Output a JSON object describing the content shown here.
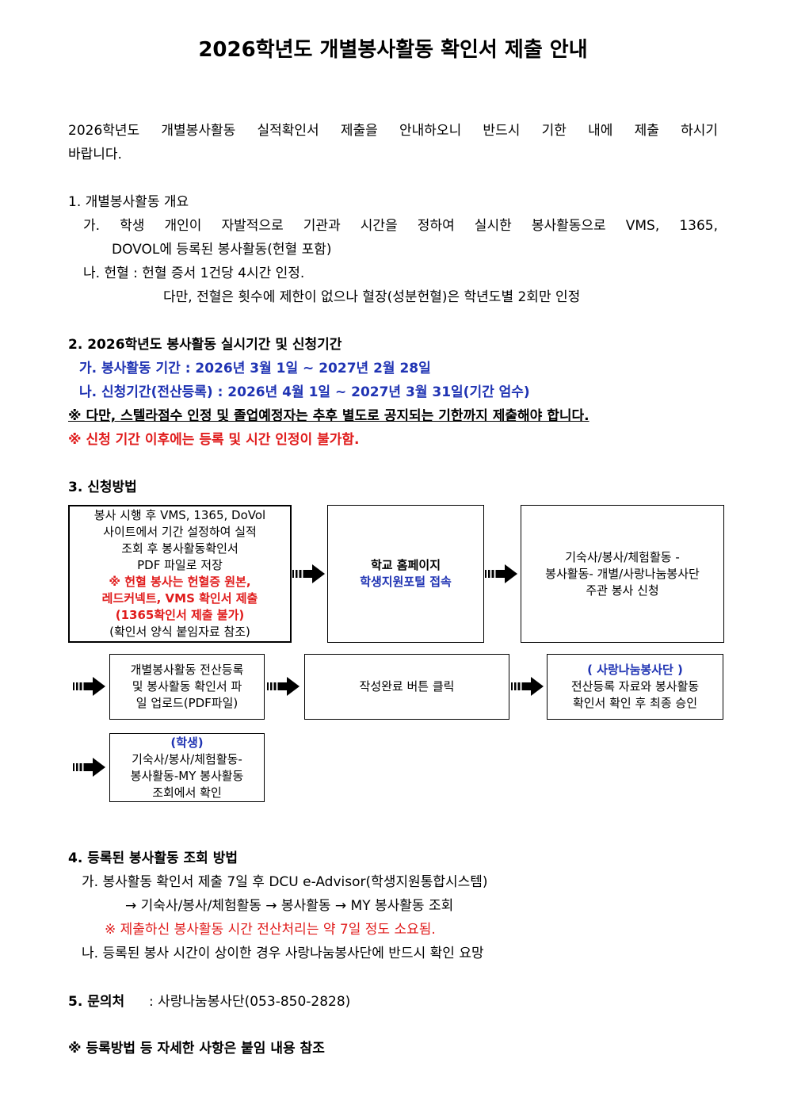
{
  "title": "2026학년도 개별봉사활동 확인서 제출 안내",
  "intro": {
    "line1": "2026학년도 개별봉사활동 실적확인서 제출을 안내하오니 반드시 기한 내에 제출 하시기",
    "line2": "바랍니다."
  },
  "section1": {
    "heading": "1. 개별봉사활동 개요",
    "ga_line1": "가. 학생 개인이 자발적으로 기관과 시간을 정하여 실시한 봉사활동으로 VMS, 1365,",
    "ga_line2": "DOVOL에 등록된 봉사활동(헌혈 포함)",
    "na_line1": "나. 헌혈 : 헌혈 증서 1건당 4시간 인정.",
    "na_line2": "다만, 전혈은 횟수에 제한이 없으나 혈장(성분헌혈)은 학년도별 2회만 인정"
  },
  "section2": {
    "heading": "2. 2026학년도 봉사활동 실시기간 및 신청기간",
    "ga": "가. 봉사활동 기간 : 2026년 3월 1일 ~ 2027년 2월 28일",
    "na": "나. 신청기간(전산등록) : 2026년 4월 1일 ~ 2027년 3월 31일(기간 엄수)",
    "note1": "※ 다만, 스텔라점수 인정 및 졸업예정자는 추후 별도로 공지되는 기한까지 제출해야 합니다.",
    "note2": "※ 신청 기간 이후에는 등록 및 시간 인정이 불가함."
  },
  "section3": {
    "heading": "3. 신청방법",
    "step1": {
      "l1": "봉사 시행 후 VMS, 1365, DoVol",
      "l2": "사이트에서 기간 설정하여 실적",
      "l3": "조회 후 봉사활동확인서",
      "l4": "PDF 파일로 저장",
      "r1": "※ 헌혈 봉사는 헌혈증 원본,",
      "r2": "레드커넥트, VMS 확인서 제출",
      "r3": "(1365확인서 제출 불가)",
      "l5": "(확인서 양식 붙임자료 참조)"
    },
    "step2": {
      "l1": "학교 홈페이지",
      "l2": "학생지원포털 접속"
    },
    "step3": {
      "l1": "기숙사/봉사/체험활동 -",
      "l2": "봉사활동- 개별/사랑나눔봉사단",
      "l3": "주관 봉사 신청"
    },
    "step4": {
      "l1": "개별봉사활동 전산등록",
      "l2": "및 봉사활동 확인서 파",
      "l3": "일 업로드(PDF파일)"
    },
    "step5": {
      "l1": "작성완료 버튼 클릭"
    },
    "step6": {
      "l1": "( 사랑나눔봉사단 )",
      "l2": "전산등록 자료와 봉사활동",
      "l3": "확인서 확인 후 최종 승인"
    },
    "step7": {
      "l1": "(학생)",
      "l2": "기숙사/봉사/체험활동-",
      "l3": "봉사활동-MY 봉사활동",
      "l4": "조회에서 확인"
    }
  },
  "section4": {
    "heading": "4. 등록된 봉사활동 조회 방법",
    "ga_line1": "가. 봉사활동 확인서 제출 7일 후 DCU e-Advisor(학생지원통합시스템)",
    "ga_line2": "→ 기숙사/봉사/체험활동 → 봉사활동 → MY 봉사활동 조회",
    "ga_note": "※ 제출하신 봉사활동 시간 전산처리는 약 7일 정도 소요됨.",
    "na": "나. 등록된 봉사 시간이 상이한 경우 사랑나눔봉사단에 반드시 확인 요망"
  },
  "section5": {
    "heading": "5. 문의처",
    "contact": ": 사랑나눔봉사단(053-850-2828)"
  },
  "footer_note": "※ 등록방법 등 자세한 사항은 붙임 내용 참조"
}
